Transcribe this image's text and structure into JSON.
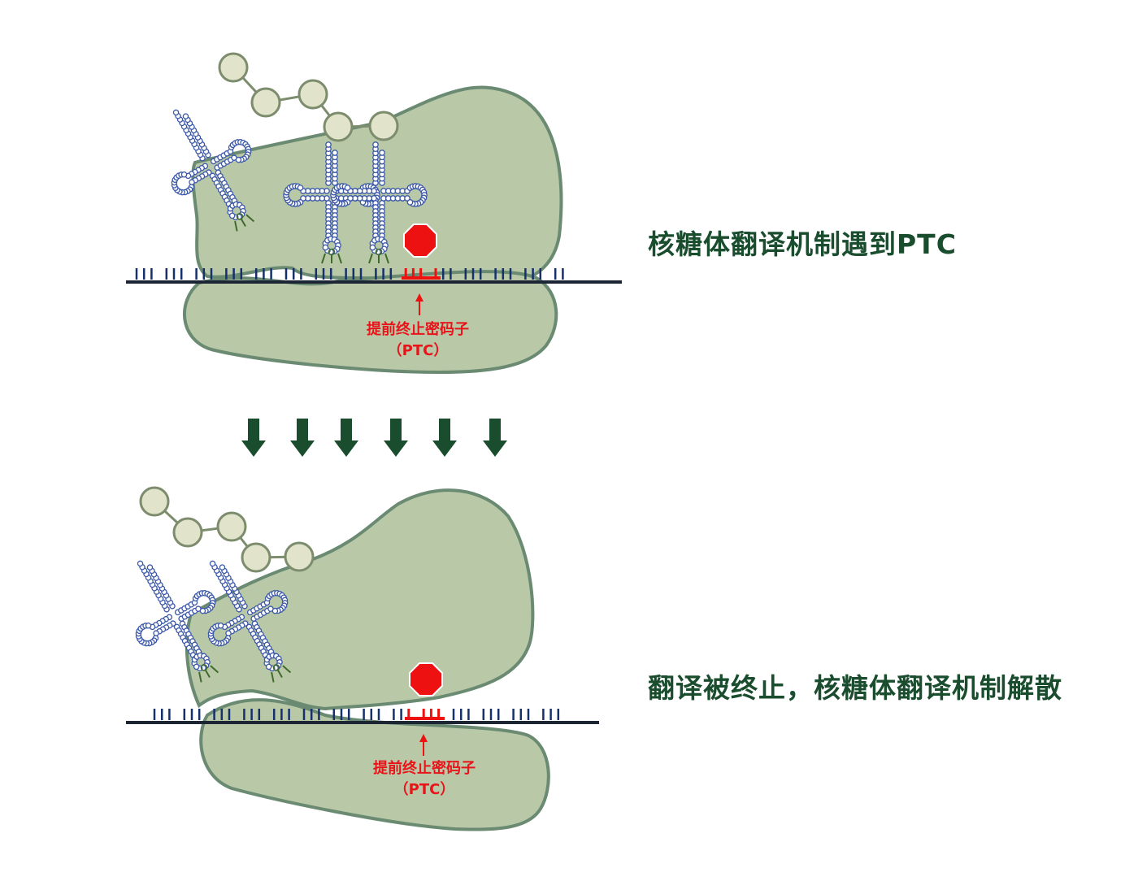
{
  "top_panel": {
    "caption": "核糖体翻译机制遇到PTC",
    "ptc_label_line1": "提前终止密码子",
    "ptc_label_line2": "（PTC）"
  },
  "bottom_panel": {
    "caption": "翻译被终止，核糖体翻译机制解散",
    "ptc_label_line1": "提前终止密码子",
    "ptc_label_line2": "（PTC）"
  },
  "colors": {
    "ribosome_fill": "#b9c9a8",
    "ribosome_stroke": "#6a8a72",
    "mrna_line": "#1c2533",
    "codon_normal": "#15306b",
    "codon_ptc": "#ee1111",
    "trna_bead": "#3b58a8",
    "amino_fill": "#e1e3cb",
    "amino_stroke": "#7c8c6c",
    "stop_sign": "#ee1111",
    "arrow": "#1a4d2e",
    "anticodon": "#3f6a2a"
  },
  "icons": {
    "stop": "stop-sign-icon",
    "down_arrow": "down-arrow-icon"
  }
}
